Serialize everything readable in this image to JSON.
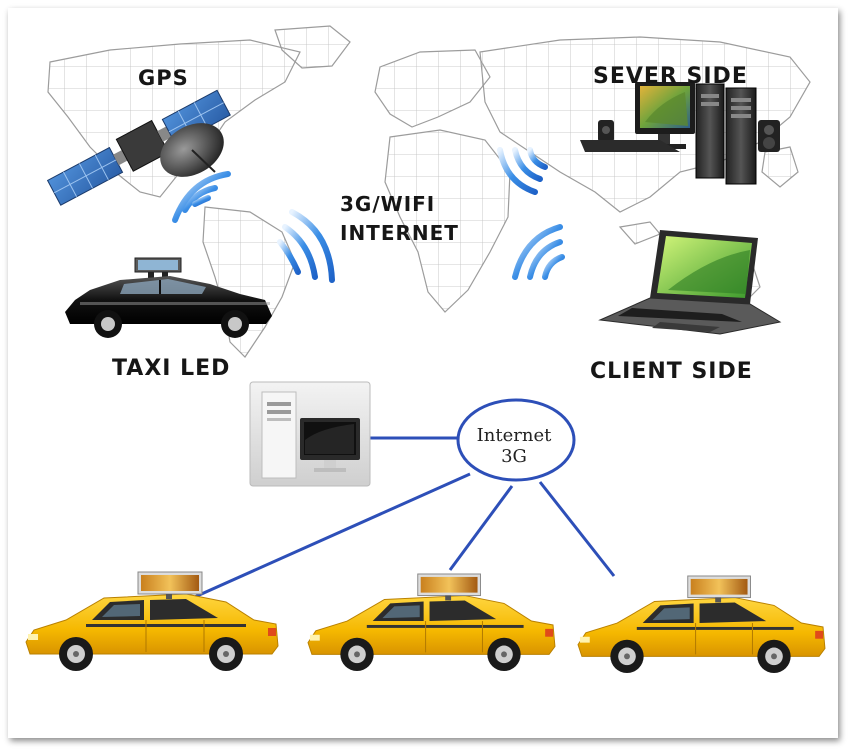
{
  "labels": {
    "gps": "GPS",
    "server": "SEVER SIDE",
    "network_line1": "3G/WIFI",
    "network_line2": "INTERNET",
    "taxi": "TAXI LED",
    "client": "CLIENT SIDE"
  },
  "network_node": {
    "line1": "Internet",
    "line2": "3G"
  },
  "icons": [
    "satellite-icon",
    "wifi-signal-icon",
    "server-computer-icon",
    "laptop-icon",
    "taxi-led-car-icon",
    "desktop-computer-icon",
    "yellow-taxi-icon"
  ],
  "colors": {
    "wifi": "#3a8ee6",
    "link": "#2d4fb8",
    "taxi_yellow": "#f5b800",
    "map_land": "#d9d9d9"
  }
}
